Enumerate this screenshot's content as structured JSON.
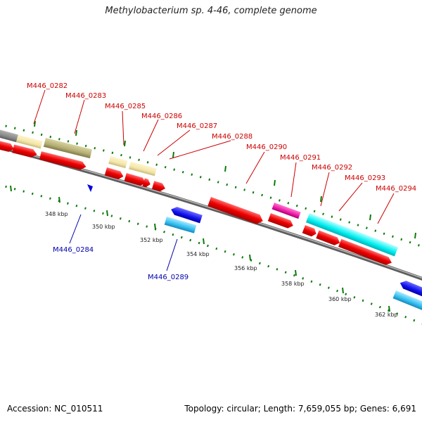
{
  "title": "Methylobacterium sp. 4-46, complete genome",
  "footer": {
    "accession": "Accession: NC_010511",
    "summary": "Topology: circular; Length: 7,659,055 bp; Genes: 6,691"
  },
  "colors": {
    "backbone": "#888888",
    "tick": "#006400",
    "forward_label": "#cc0000",
    "reverse_label": "#0000aa"
  },
  "scale_labels": [
    "348 kbp",
    "350 kbp",
    "352 kbp",
    "354 kbp",
    "356 kbp",
    "358 kbp",
    "360 kbp",
    "362 kbp"
  ],
  "gene_labels_forward": [
    "M446_0282",
    "M446_0283",
    "M446_0285",
    "M446_0286",
    "M446_0287",
    "M446_0288",
    "M446_0290",
    "M446_0291",
    "M446_0292",
    "M446_0293",
    "M446_0294"
  ],
  "gene_labels_reverse": [
    "M446_0284",
    "M446_0289"
  ]
}
